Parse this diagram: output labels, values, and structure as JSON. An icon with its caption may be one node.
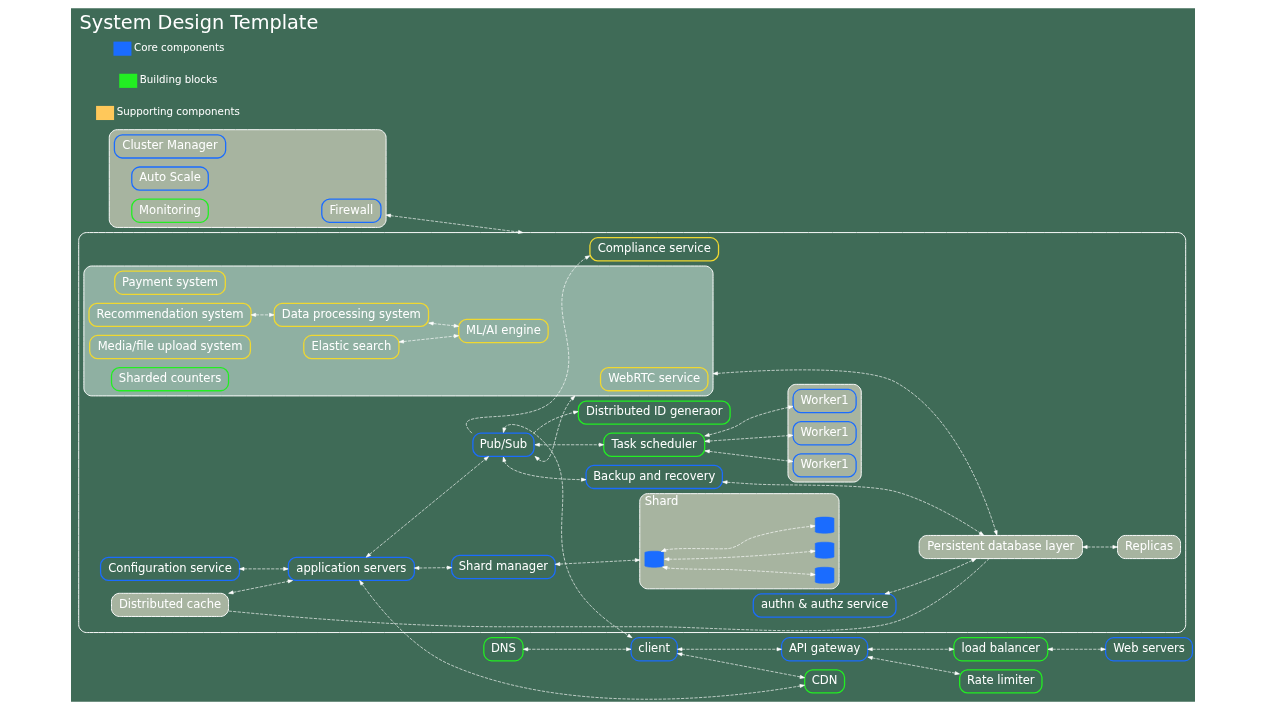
{
  "diagram": {
    "title": "System Design Template",
    "nodes": [
      {
        "text": [
          "DNS"
        ]
      },
      {
        "text": [
          "client"
        ]
      },
      {
        "text": [
          "CDN"
        ]
      },
      {
        "text": [
          "API gateway"
        ]
      },
      {
        "text": [
          "Rate limiter"
        ]
      },
      {
        "text": [
          "load balancer"
        ]
      },
      {
        "text": [
          "Web servers"
        ]
      },
      {
        "text": [],
        "shape": "box"
      },
      {
        "text": [
          "Compliance service"
        ],
        "in": 7
      },
      {
        "text": [
          "Configuration service"
        ],
        "in": 7
      },
      {
        "text": [
          "Distributed ID generaor"
        ],
        "in": 7
      },
      {
        "text": [
          "Task scheduler"
        ],
        "in": 7
      },
      {
        "text": [],
        "shape": "box",
        "in": 7
      },
      {
        "text": [
          "Worker1"
        ],
        "in": 12
      },
      {
        "text": [
          "Worker1"
        ],
        "in": 12
      },
      {
        "text": [
          "Worker1"
        ],
        "in": 12
      },
      {
        "text": [
          "application servers"
        ],
        "in": 7
      },
      {
        "text": [
          "Pub/Sub"
        ],
        "in": 7
      },
      {
        "text": [
          "authn & authz service"
        ],
        "in": 7
      },
      {
        "text": [
          "Distributed cache"
        ],
        "in": 7
      },
      {
        "text": [
          "Backup and recovery"
        ],
        "in": 7
      },
      {
        "text": [
          "Shard manager"
        ],
        "in": 7
      },
      {
        "text": [
          "Persistent database layer"
        ],
        "in": 7
      },
      {
        "text": [
          "Shard"
        ],
        "in": 7
      },
      {
        "text": [],
        "shape": "cylinder",
        "in": 23
      },
      {
        "text": [],
        "shape": "cylinder",
        "in": 23
      },
      {
        "text": [],
        "shape": "cylinder",
        "in": 23
      },
      {
        "text": [],
        "shape": "cylinder",
        "in": 23
      },
      {
        "text": [
          "Replicas"
        ],
        "in": 7
      },
      {
        "text": [],
        "shape": "box",
        "in": 7
      },
      {
        "text": [
          "WebRTC service"
        ],
        "in": 29
      },
      {
        "text": [
          "Payment system"
        ],
        "in": 29
      },
      {
        "text": [
          "Recommendation system"
        ],
        "in": 29
      },
      {
        "text": [
          "Data processing system"
        ],
        "in": 29
      },
      {
        "text": [
          "Elastic search"
        ],
        "in": 29
      },
      {
        "text": [
          "ML/AI engine"
        ],
        "in": 29
      },
      {
        "text": [
          "Media/file upload system"
        ],
        "in": 29
      },
      {
        "text": [
          "Sharded counters"
        ],
        "in": 29
      },
      {
        "text": [],
        "shape": "box"
      },
      {
        "text": [
          "Firewall"
        ],
        "in": 38
      },
      {
        "text": [
          "Cluster Manager"
        ],
        "in": 38
      },
      {
        "text": [
          "Auto Scale"
        ],
        "in": 38
      },
      {
        "text": [
          "Monitoring"
        ],
        "in": 38
      }
    ],
    "edges": [
      {
        "from": 0,
        "to": 1,
        "arrow": "both",
        "style": "dashed"
      },
      {
        "from": 1,
        "to": 2,
        "arrow": "both",
        "style": "dashed"
      },
      {
        "from": 1,
        "to": 3,
        "arrow": "both",
        "style": "dashed"
      },
      {
        "from": 3,
        "to": 4,
        "arrow": "both",
        "style": "dashed"
      },
      {
        "from": 3,
        "to": 5,
        "arrow": "both",
        "style": "dashed"
      },
      {
        "from": 5,
        "to": 6,
        "arrow": "both",
        "style": "dashed"
      },
      {
        "from": 17,
        "to": 1,
        "arrow": "both",
        "style": "dashed"
      },
      {
        "from": 17,
        "to": 8,
        "arrow": "to",
        "style": "dashed"
      },
      {
        "from": 17,
        "to": 10,
        "arrow": "to",
        "style": "dashed"
      },
      {
        "from": 9,
        "to": 16,
        "arrow": "both",
        "style": "dashed"
      },
      {
        "from": 16,
        "to": 2,
        "arrow": "both",
        "style": "dashed"
      },
      {
        "from": 16,
        "to": 17,
        "arrow": "both",
        "style": "dashed"
      },
      {
        "from": 17,
        "to": 11,
        "arrow": "both",
        "style": "dashed"
      },
      {
        "from": 11,
        "to": 13,
        "arrow": "both",
        "style": "dashed"
      },
      {
        "from": 11,
        "to": 14,
        "arrow": "both",
        "style": "dashed"
      },
      {
        "from": 11,
        "to": 15,
        "arrow": "both",
        "style": "dashed"
      },
      {
        "from": 17,
        "to": 20,
        "arrow": "both",
        "style": "dashed"
      },
      {
        "from": 17,
        "to": 29,
        "arrow": "both",
        "style": "dashed"
      },
      {
        "from": 19,
        "to": 16,
        "arrow": "both",
        "style": "dashed"
      },
      {
        "from": 16,
        "to": 21,
        "arrow": "both",
        "style": "dashed"
      },
      {
        "from": 18,
        "to": 22,
        "arrow": "both",
        "style": "dashed"
      },
      {
        "from": 21,
        "to": 23,
        "arrow": "both",
        "style": "dashed"
      },
      {
        "from": 24,
        "to": 25,
        "arrow": "both",
        "style": "dashed"
      },
      {
        "from": 24,
        "to": 26,
        "arrow": "both",
        "style": "dashed"
      },
      {
        "from": 24,
        "to": 27,
        "arrow": "both",
        "style": "dashed"
      },
      {
        "from": 19,
        "to": 22,
        "arrow": "none",
        "style": "dashed"
      },
      {
        "from": 20,
        "to": 22,
        "arrow": "both",
        "style": "dashed"
      },
      {
        "from": 29,
        "to": 22,
        "arrow": "both",
        "style": "dashed"
      },
      {
        "from": 22,
        "to": 28,
        "arrow": "both",
        "style": "dashed"
      },
      {
        "from": 32,
        "to": 33,
        "arrow": "both",
        "style": "dashed"
      },
      {
        "from": 33,
        "to": 35,
        "arrow": "both",
        "style": "dashed"
      },
      {
        "from": 34,
        "to": 35,
        "arrow": "both",
        "style": "dashed"
      },
      {
        "from": 38,
        "to": 7,
        "arrow": "both",
        "style": "dashed"
      }
    ],
    "legend": [
      {
        "text": "Core components",
        "color": "#1a6cff"
      },
      {
        "text": "Building blocks",
        "color": "#22ee22"
      },
      {
        "text": "Supporting components",
        "color": "#ffc85a"
      }
    ]
  }
}
